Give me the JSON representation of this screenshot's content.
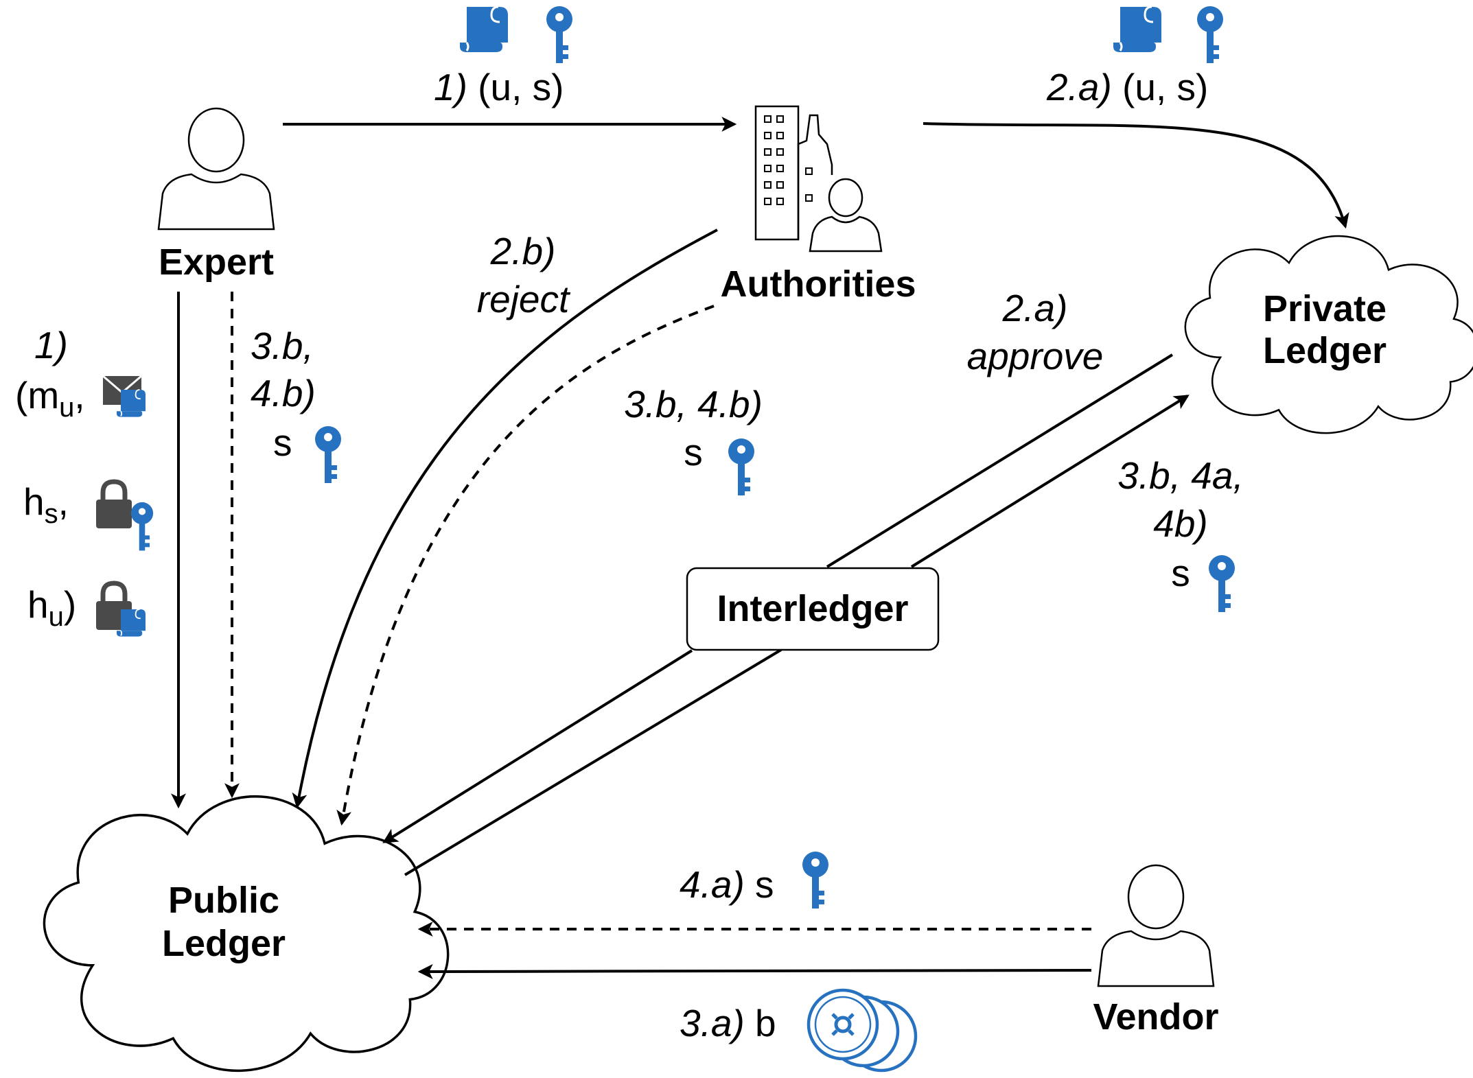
{
  "colors": {
    "icon_blue": "#2672c0",
    "icon_dark": "#4a4a4a",
    "line": "#000000"
  },
  "nodes": {
    "expert": "Expert",
    "authorities": "Authorities",
    "private_ledger": [
      "Private",
      "Ledger"
    ],
    "public_ledger": [
      "Public",
      "Ledger"
    ],
    "vendor": "Vendor",
    "interledger": "Interledger"
  },
  "edges": {
    "e1_top": {
      "step": "1)",
      "rest": " (u, s)"
    },
    "e2a_top": {
      "step": "2.a)",
      "rest": " (u, s)"
    },
    "e2b": {
      "line1": "2.b)",
      "line2": "reject"
    },
    "e2a_approve": {
      "line1": "2.a)",
      "line2": "approve"
    },
    "e3b_auth": {
      "line1": "3.b, 4.b)",
      "line2": "s"
    },
    "e3b_expert": {
      "line1": "3.b,",
      "line2": "4.b)",
      "line3": "s"
    },
    "e3b_private": {
      "line1": "3.b, 4a,",
      "line2": "4b)",
      "line3": "s"
    },
    "e4a": {
      "step": "4.a)",
      "rest": " s"
    },
    "e3a": {
      "step": "3.a)",
      "rest": " b"
    },
    "e1_left": {
      "step": "1)",
      "m_open": "(m",
      "m_sub": "u",
      "m_close": ",",
      "h": "h",
      "hs_sub": "s",
      "hs_close": ",",
      "hu_sub": "u",
      "hu_close": ")"
    }
  },
  "icons": [
    "scroll-icon",
    "key-icon",
    "envelope-icon",
    "lock-icon",
    "person-icon",
    "building-icon",
    "cloud-icon",
    "coin-stack-icon"
  ]
}
